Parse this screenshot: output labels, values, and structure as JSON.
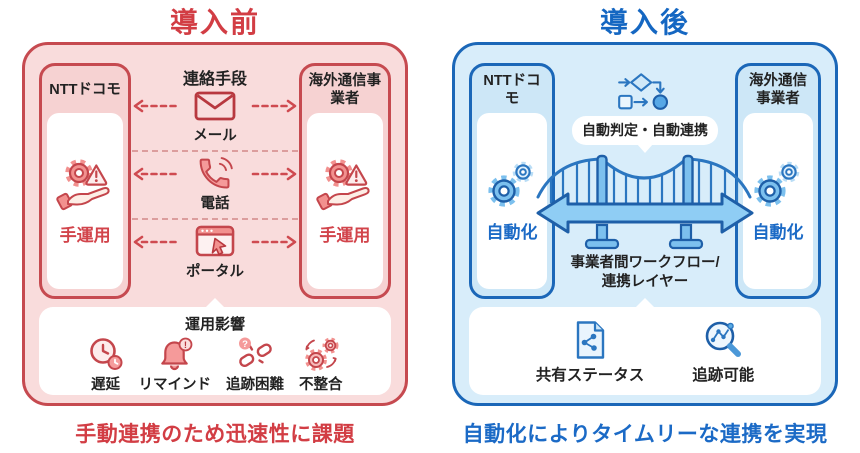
{
  "page": {
    "background": "#ffffff"
  },
  "before": {
    "title": "導入前",
    "theme_border_color": "#c64a50",
    "panel_bg_color": "#f9dcdc",
    "accent_text_color": "#d23d44",
    "left_party": {
      "name": "NTTドコモ",
      "status": "手運用",
      "icon": "hand-gear-warning-icon"
    },
    "right_party": {
      "name": "海外通信事業者",
      "status": "手運用",
      "icon": "hand-gear-warning-icon"
    },
    "channels": {
      "header": "連絡手段",
      "items": [
        {
          "label": "メール",
          "icon": "mail-icon"
        },
        {
          "label": "電話",
          "icon": "phone-icon"
        },
        {
          "label": "ポータル",
          "icon": "portal-icon"
        }
      ]
    },
    "impact": {
      "header": "運用影響",
      "items": [
        {
          "label": "遅延",
          "icon": "clock-delay-icon"
        },
        {
          "label": "リマインド",
          "icon": "bell-reminder-icon"
        },
        {
          "label": "追跡困難",
          "icon": "broken-link-icon"
        },
        {
          "label": "不整合",
          "icon": "gears-mismatch-icon"
        }
      ]
    },
    "caption": "手動連携のため迅速性に課題"
  },
  "after": {
    "title": "導入後",
    "theme_border_color": "#1b67b8",
    "panel_bg_color": "#d8edfa",
    "accent_text_color": "#1b6ac6",
    "left_party": {
      "name": "NTTドコモ",
      "status": "自動化",
      "icon": "gears-automation-icon"
    },
    "right_party": {
      "name": "海外通信事業者",
      "status": "自動化",
      "icon": "gears-automation-icon"
    },
    "bubble_label": "自動判定・自動連携",
    "flow_icon": "flowchart-icon",
    "bridge_icon": "bridge-double-arrow-icon",
    "bridge_label_lines": [
      "事業者間ワークフロー/",
      "連携レイヤー"
    ],
    "benefits": [
      {
        "label": "共有ステータス",
        "icon": "document-share-icon"
      },
      {
        "label": "追跡可能",
        "icon": "magnifier-track-icon"
      }
    ],
    "caption": "自動化によりタイムリーな連携を実現"
  }
}
